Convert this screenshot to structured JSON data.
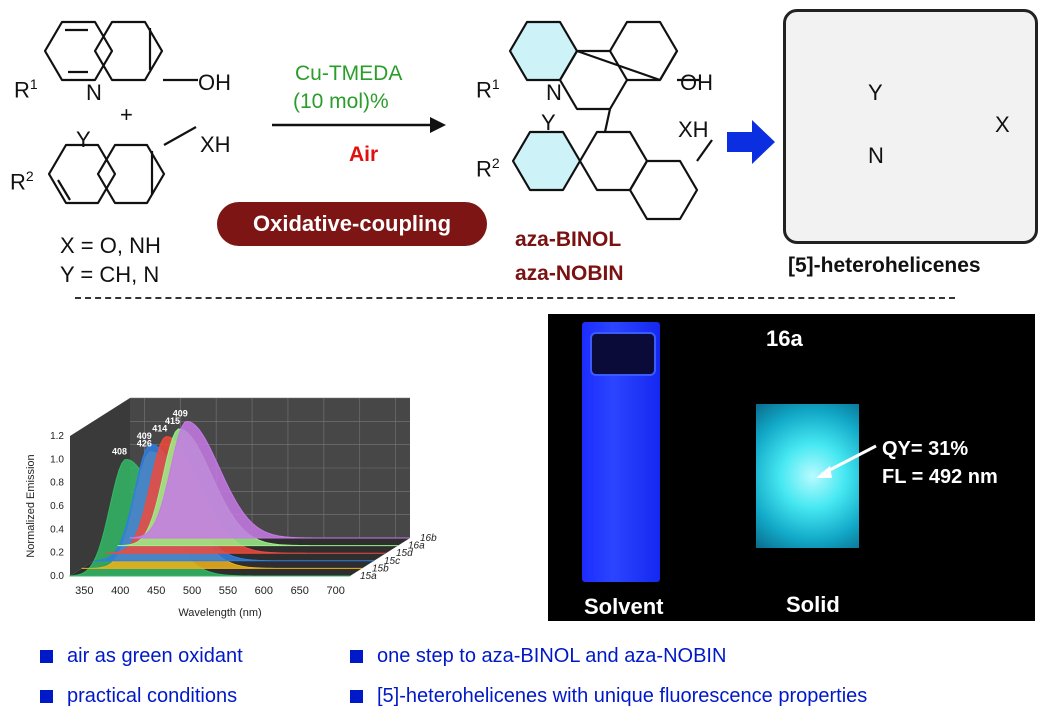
{
  "reaction": {
    "reactant1": {
      "r_label": "R",
      "r_sup": "1",
      "n_label": "N",
      "oh_label": "OH"
    },
    "plus": "+",
    "reactant2": {
      "r_label": "R",
      "r_sup": "2",
      "y_label": "Y",
      "xh_label": "XH"
    },
    "conditions": {
      "catalyst": "Cu-TMEDA",
      "loading": "(10 mol)%",
      "oxidant": "Air"
    },
    "pill_label": "Oxidative-coupling",
    "legend_x": "X = O, NH",
    "legend_y": "Y = CH, N",
    "product": {
      "r1_label": "R",
      "r1_sup": "1",
      "n_label": "N",
      "oh_label": "OH",
      "y_label": "Y",
      "xh_label": "XH",
      "r2_label": "R",
      "r2_sup": "2",
      "name1": "aza-BINOL",
      "name2": "aza-NOBIN"
    },
    "helicene": {
      "y_label": "Y",
      "n_label": "N",
      "x_label": "X",
      "caption": "[5]-heterohelicenes"
    }
  },
  "colors": {
    "ring_fill": "#cdf2f8",
    "arrow_blue": "#0a2ee0",
    "pill": "#7e1515",
    "green_text": "#2a9d2a",
    "red_text": "#e01010",
    "bullet_blue": "#0019c8"
  },
  "chart_data": {
    "type": "area",
    "title": "",
    "xlabel": "Wavelength (nm)",
    "ylabel": "Normalized Emission",
    "xticks": [
      "350",
      "400",
      "450",
      "500",
      "550",
      "600",
      "650",
      "700"
    ],
    "yticks": [
      "0.0",
      "0.2",
      "0.4",
      "0.6",
      "0.8",
      "1.0",
      "1.2"
    ],
    "xlim": [
      330,
      720
    ],
    "ylim": [
      0,
      1.2
    ],
    "series": [
      {
        "name": "15a",
        "peak": 408,
        "color": "#33b866"
      },
      {
        "name": "15b",
        "peak": 426,
        "color": "#f0b21a"
      },
      {
        "name": "15c",
        "peak": 409,
        "color": "#2f7ee0"
      },
      {
        "name": "15d",
        "peak": 414,
        "color": "#ef4a3c"
      },
      {
        "name": "16a",
        "peak": 415,
        "color": "#9cf08a"
      },
      {
        "name": "16b",
        "peak": 409,
        "color": "#c57ae6"
      }
    ],
    "peak_labels": [
      "408",
      "426",
      "409",
      "414",
      "415",
      "409"
    ]
  },
  "photo": {
    "title": "16a",
    "solvent_label": "Solvent",
    "solid_label": "Solid",
    "qy": "QY= 31%",
    "fl": "FL = 492 nm"
  },
  "bullets": [
    "air as green oxidant",
    "one step to aza-BINOL and aza-NOBIN",
    "practical conditions",
    "[5]-heterohelicenes with unique fluorescence properties"
  ]
}
